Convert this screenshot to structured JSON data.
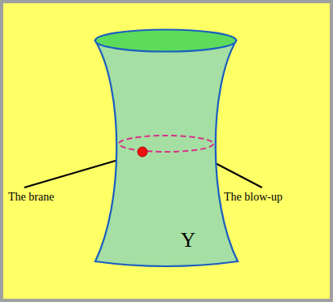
{
  "diagram": {
    "nodes": [
      {
        "text": [
          "Y"
        ]
      }
    ],
    "labels": [
      "The brane",
      "The blow-up"
    ]
  }
}
